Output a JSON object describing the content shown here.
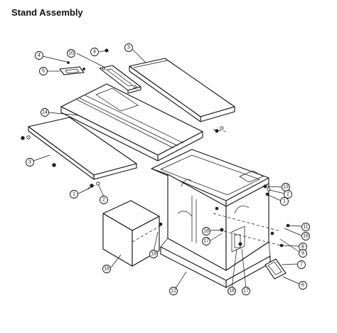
{
  "title": "Stand Assembly",
  "callouts": [
    "4",
    "10",
    "4",
    "3",
    "5",
    "14",
    "3",
    "1",
    "2",
    "13",
    "2",
    "1",
    "11",
    "18",
    "17",
    "16",
    "8",
    "9",
    "7",
    "19",
    "16",
    "12",
    "18",
    "17",
    "6"
  ]
}
